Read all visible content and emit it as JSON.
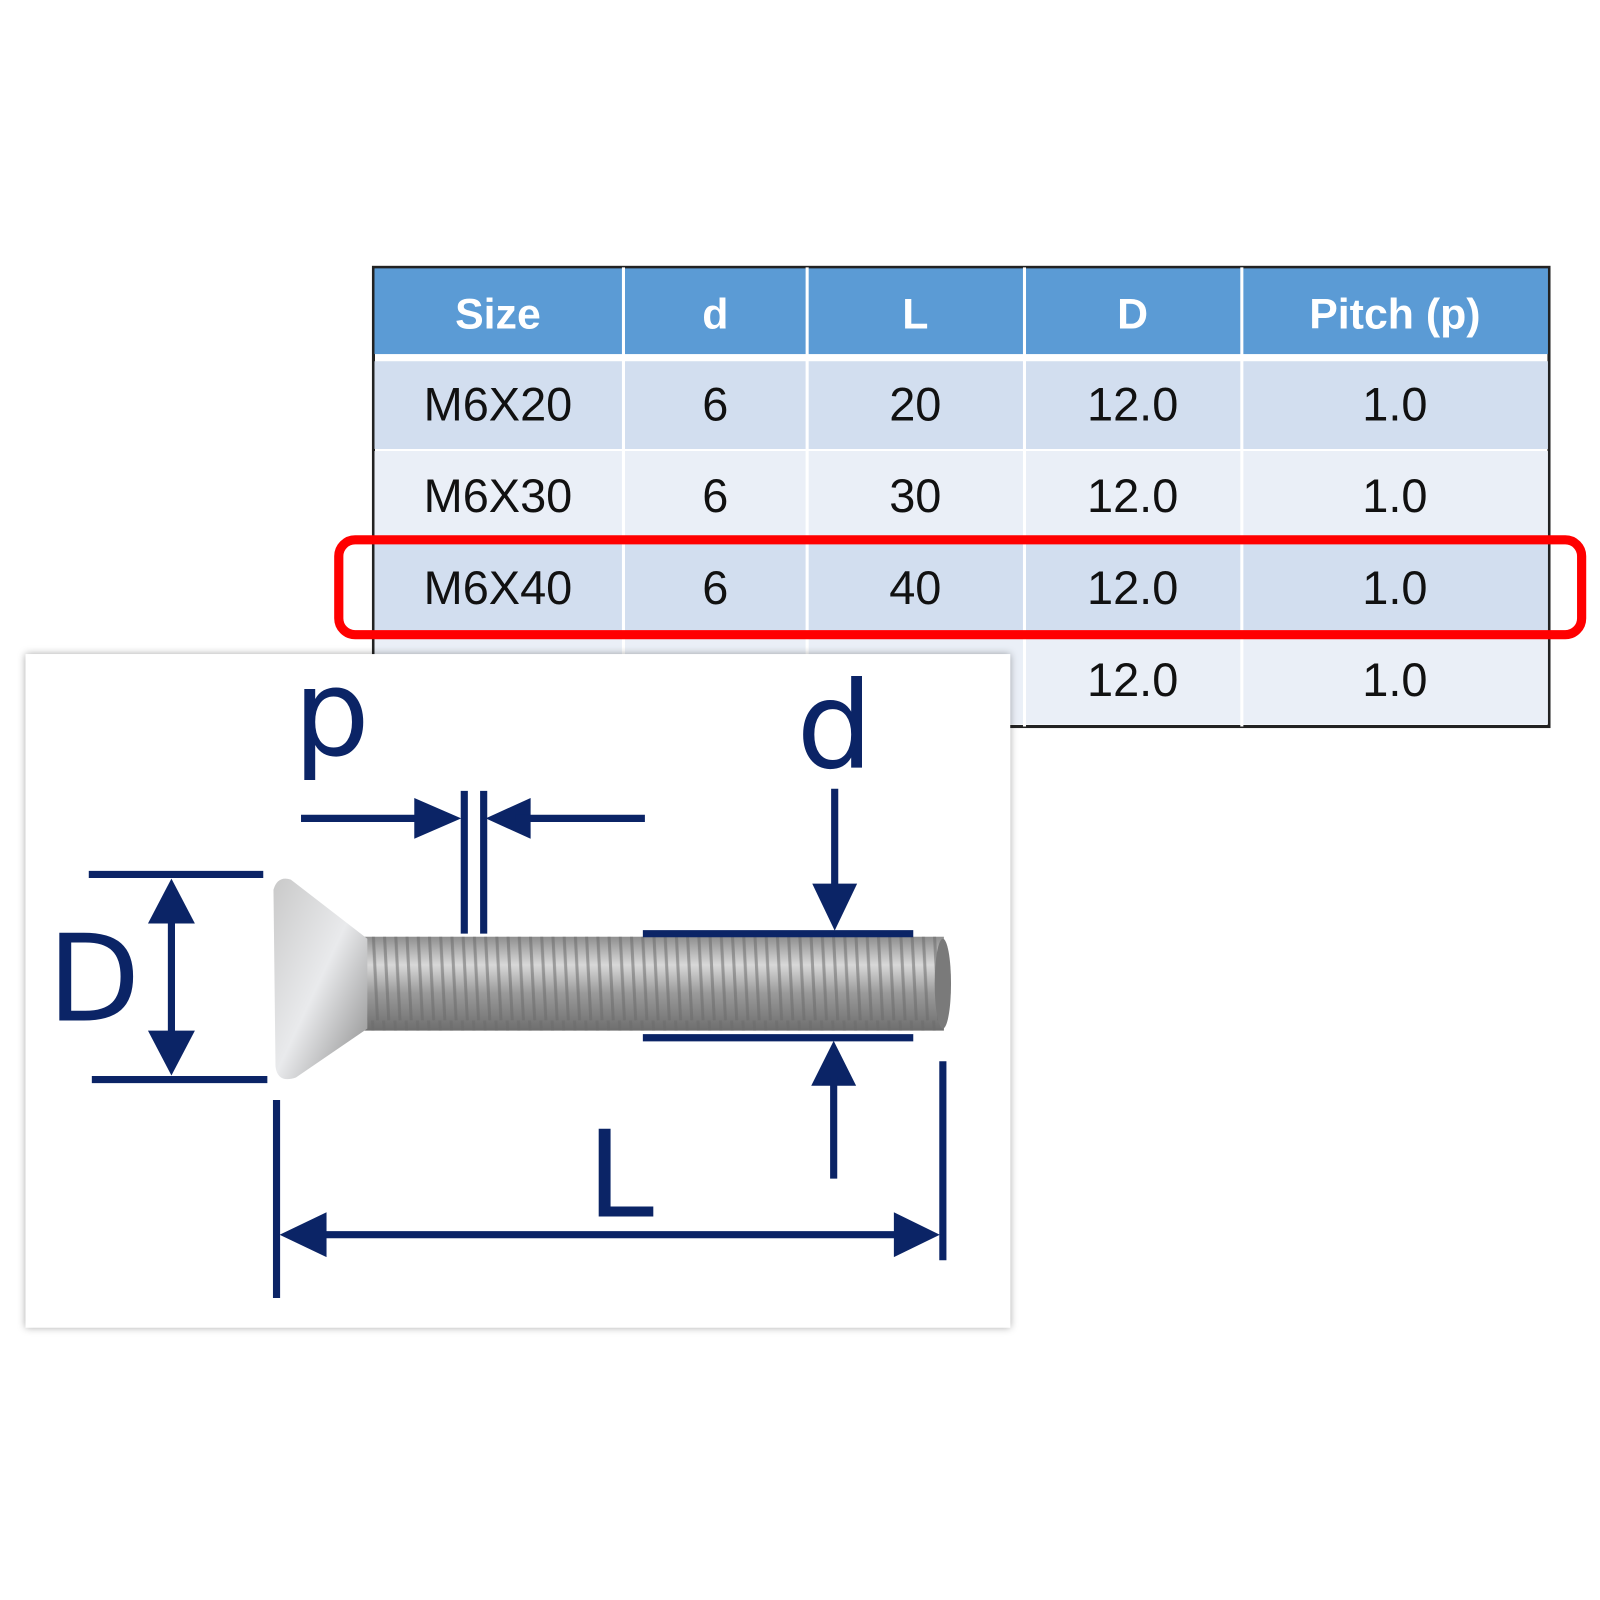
{
  "table": {
    "headers": [
      "Size",
      "d",
      "L",
      "D",
      "Pitch (p)"
    ],
    "rows": [
      {
        "size": "M6X20",
        "d": "6",
        "L": "20",
        "D": "12.0",
        "pitch": "1.0"
      },
      {
        "size": "M6X30",
        "d": "6",
        "L": "30",
        "D": "12.0",
        "pitch": "1.0"
      },
      {
        "size": "M6X40",
        "d": "6",
        "L": "40",
        "D": "12.0",
        "pitch": "1.0",
        "highlighted": true
      },
      {
        "D": "12.0",
        "pitch": "1.0"
      }
    ],
    "colors": {
      "header": "#5b9bd5",
      "row_dark": "#d2deef",
      "row_light": "#eaeff7",
      "highlight": "#ff0000"
    }
  },
  "diagram": {
    "labels": {
      "pitch": "p",
      "thread_diameter": "d",
      "head_diameter": "D",
      "length": "L"
    },
    "colors": {
      "dimension": "#0b2466"
    }
  }
}
